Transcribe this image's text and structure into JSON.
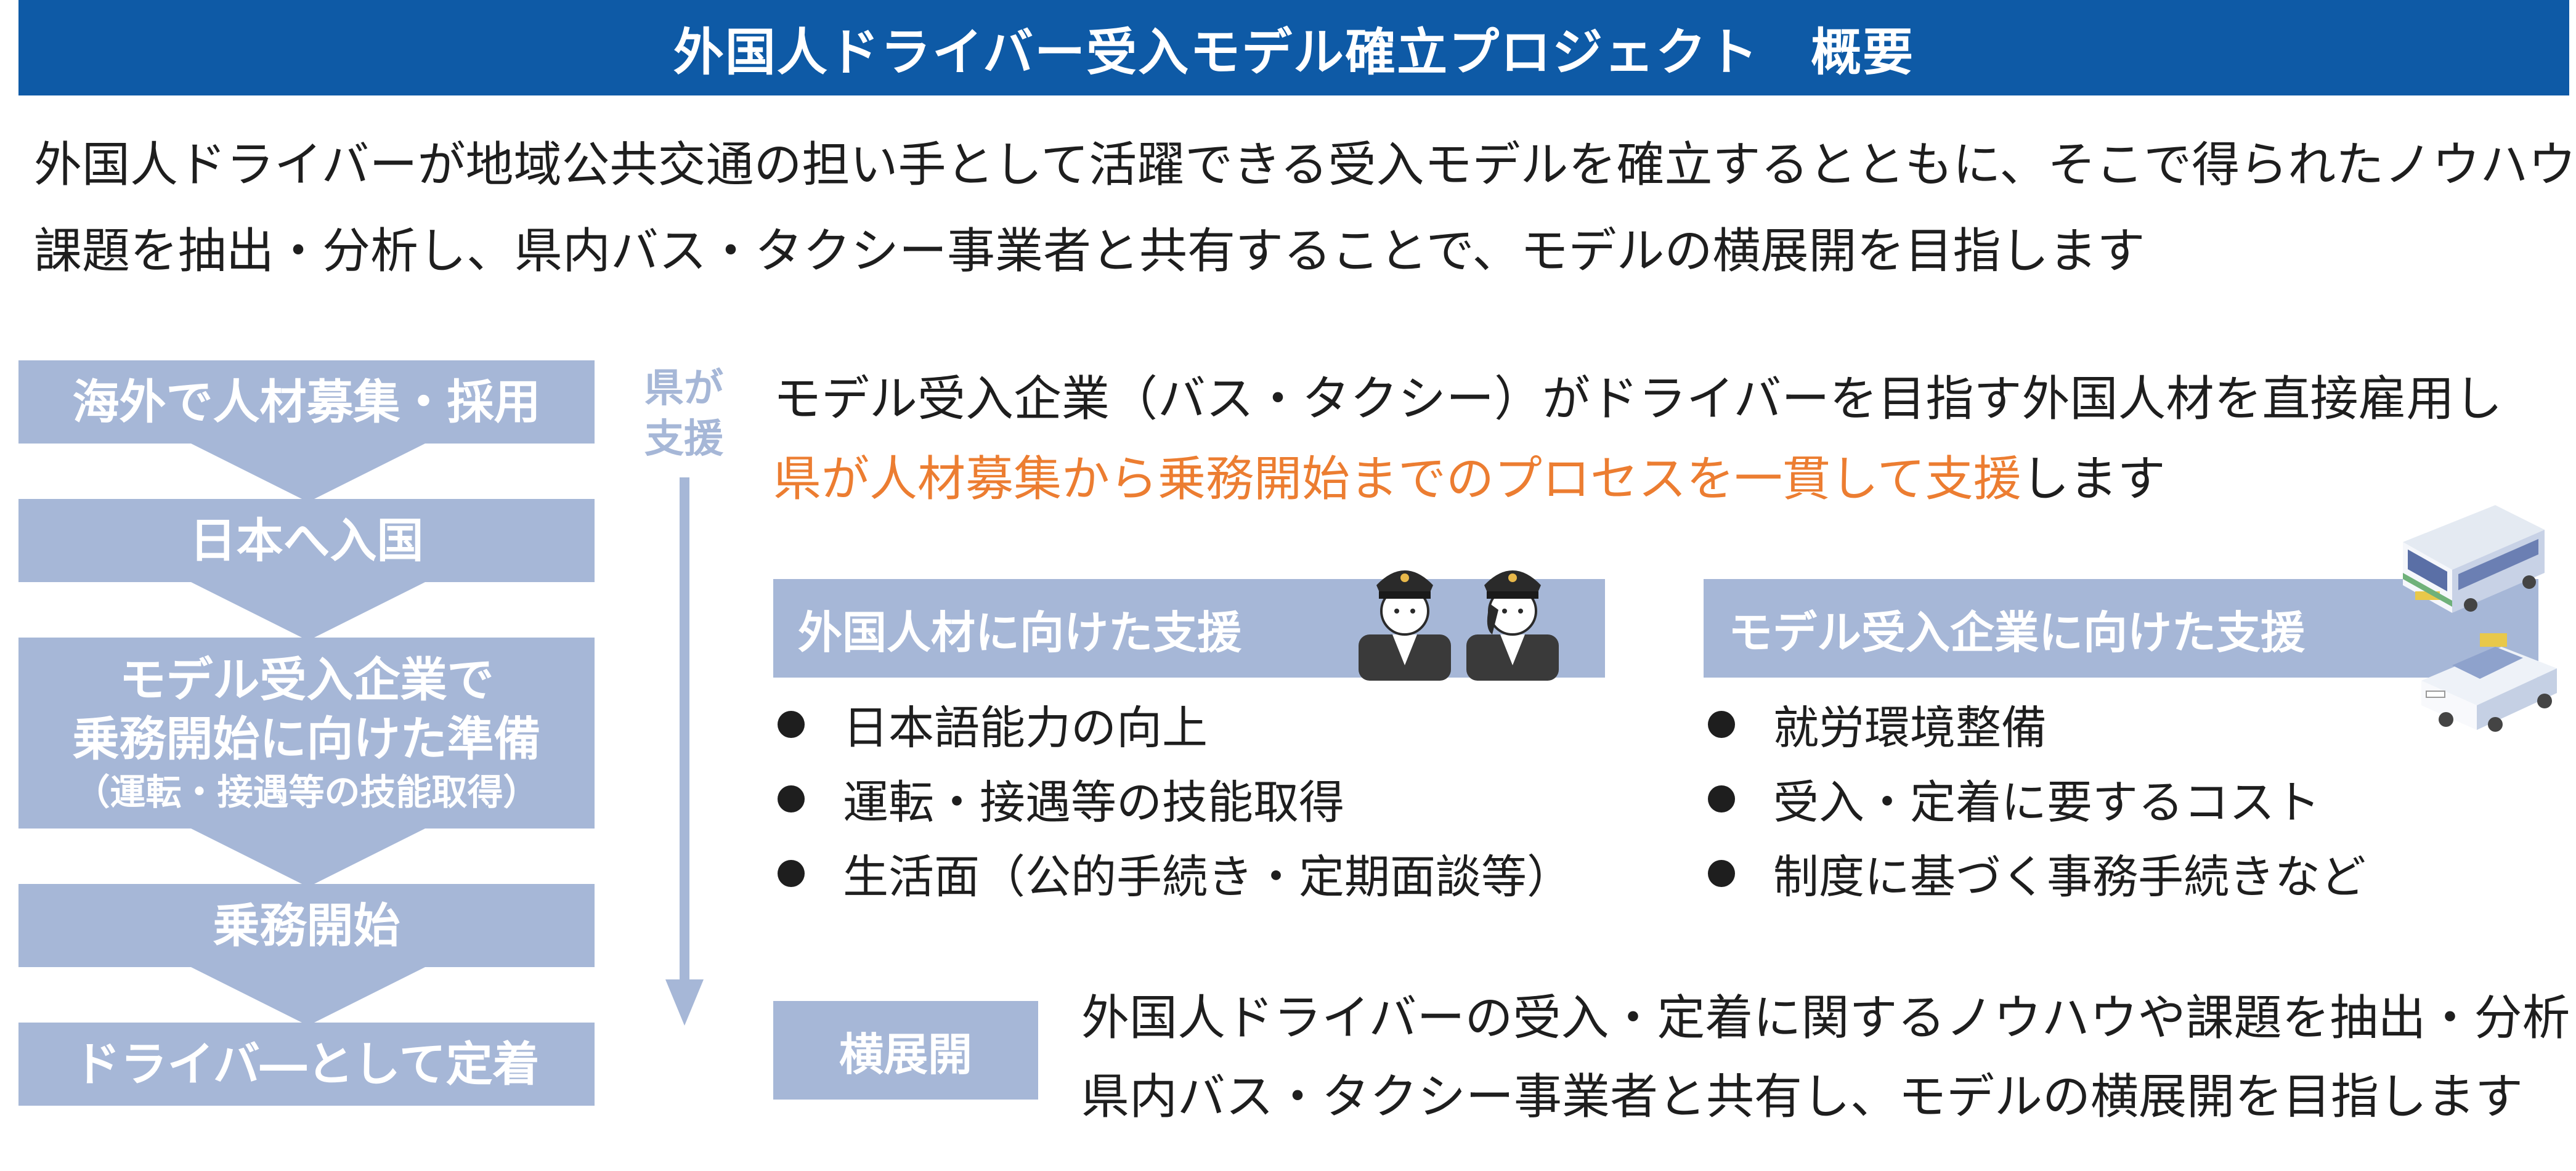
{
  "title": "外国人ドライバー受入モデル確立プロジェクト　概要",
  "intro": {
    "line1": "外国人ドライバーが地域公共交通の担い手として活躍できる受入モデルを確立するとともに、そこで得られたノウハウや",
    "line2": "課題を抽出・分析し、県内バス・タクシー事業者と共有することで、モデルの横展開を目指します"
  },
  "flow": [
    {
      "lines": [
        "海外で人材募集・採用"
      ]
    },
    {
      "lines": [
        "日本へ入国"
      ]
    },
    {
      "lines": [
        "モデル受入企業で",
        "乗務開始に向けた準備"
      ],
      "note": "（運転・接遇等の技能取得）"
    },
    {
      "lines": [
        "乗務開始"
      ]
    },
    {
      "lines": [
        "ドライバ―として定着"
      ]
    }
  ],
  "support_label": [
    "県が",
    "支援"
  ],
  "main": {
    "line1": "モデル受入企業（バス・タクシー）がドライバーを目指す外国人材を直接雇用し",
    "line2_highlight": "県が人材募集から乗務開始までのプロセスを一貫して支援",
    "line2_rest": "します"
  },
  "foreign_support": {
    "header": "外国人材に向けた支援",
    "items": [
      "日本語能力の向上",
      "運転・接遇等の技能取得",
      "生活面（公的手続き・定期面談等）"
    ]
  },
  "company_support": {
    "header": "モデル受入企業に向けた支援",
    "items": [
      "就労環境整備",
      "受入・定着に要するコスト",
      "制度に基づく事務手続きなど"
    ]
  },
  "yokotenkai": {
    "label": "横展開",
    "line1": "外国人ドライバーの受入・定着に関するノウハウや課題を抽出・分析",
    "line2": "県内バス・タクシー事業者と共有し、モデルの横展開を目指します"
  },
  "colors": {
    "title_bg": "#0e5aa6",
    "box": "#a6b7d7",
    "highlight": "#ec7d31",
    "text": "#1e1e1e"
  },
  "icons": [
    "driver-illustration",
    "bus-illustration",
    "taxi-illustration"
  ]
}
